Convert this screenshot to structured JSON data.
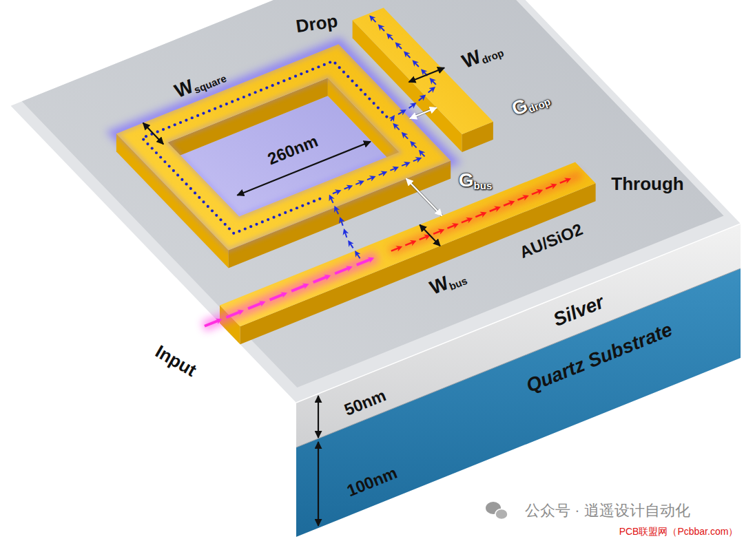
{
  "diagram": {
    "labels": [
      "Drop",
      "Wsquare",
      "260nm",
      "Wdrop",
      "Gdrop",
      "Through",
      "AU/SiO2",
      "Gbus",
      "Wbus",
      "Silver",
      "Input",
      "Quartz Substrate",
      "50nm",
      "100nm",
      "公众号 · 逍遥设计自动化",
      "PCB联盟网（Pcbbar.com）"
    ]
  }
}
